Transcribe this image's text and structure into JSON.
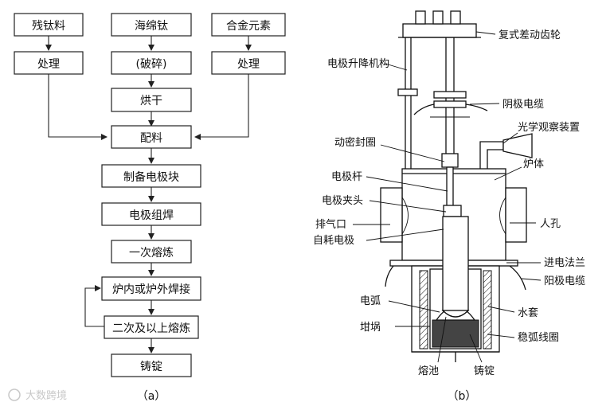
{
  "flowchart": {
    "inputs": [
      "残钛料",
      "海绵钛",
      "合金元素"
    ],
    "prep": [
      "处理",
      "(破碎)",
      "处理"
    ],
    "steps": [
      "烘干",
      "配料",
      "制备电极块",
      "电极组焊",
      "一次熔炼",
      "炉内或炉外焊接",
      "二次及以上熔炼",
      "铸锭"
    ]
  },
  "furnace_labels": {
    "gear": "复式差动齿轮",
    "lift": "电极升降机构",
    "cathode_cable": "阴极电缆",
    "optical": "光学观察装置",
    "seal": "动密封圈",
    "body": "炉体",
    "rod": "电极杆",
    "clamp": "电极夹头",
    "manhole": "人孔",
    "exhaust": "排气口",
    "electrode": "自耗电极",
    "flange": "进电法兰",
    "anode_cable": "阳极电缆",
    "arc": "电弧",
    "jacket": "水套",
    "crucible": "坩埚",
    "coil": "稳弧线圈",
    "pool": "熔池",
    "ingot": "铸锭"
  },
  "captions": [
    "（a）",
    "（b）"
  ],
  "watermark": "大数跨境"
}
